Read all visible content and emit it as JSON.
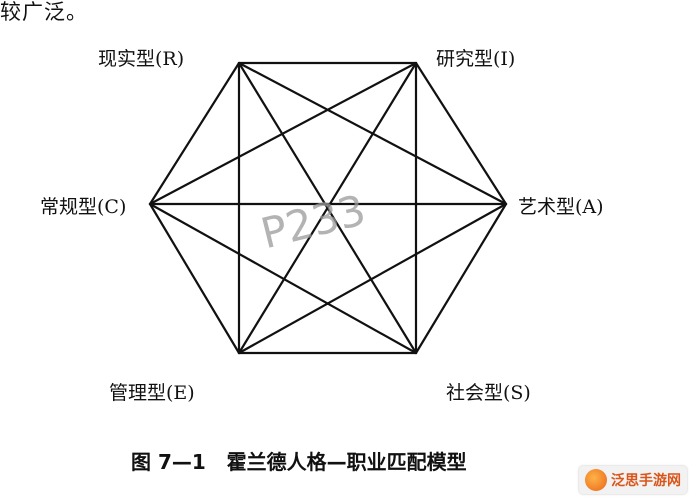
{
  "top_fragment": "较广泛。",
  "nodes": {
    "R": "现实型(R)",
    "I": "研究型(I)",
    "A": "艺术型(A)",
    "S": "社会型(S)",
    "E": "管理型(E)",
    "C": "常规型(C)"
  },
  "caption": "图 7—1   霍兰德人格—职业匹配模型",
  "watermark": "P233",
  "logo_text": "泛思手游网",
  "colors": {
    "lines": "#111111",
    "watermark": "#9a9a9a",
    "logo": "#d9551a"
  }
}
